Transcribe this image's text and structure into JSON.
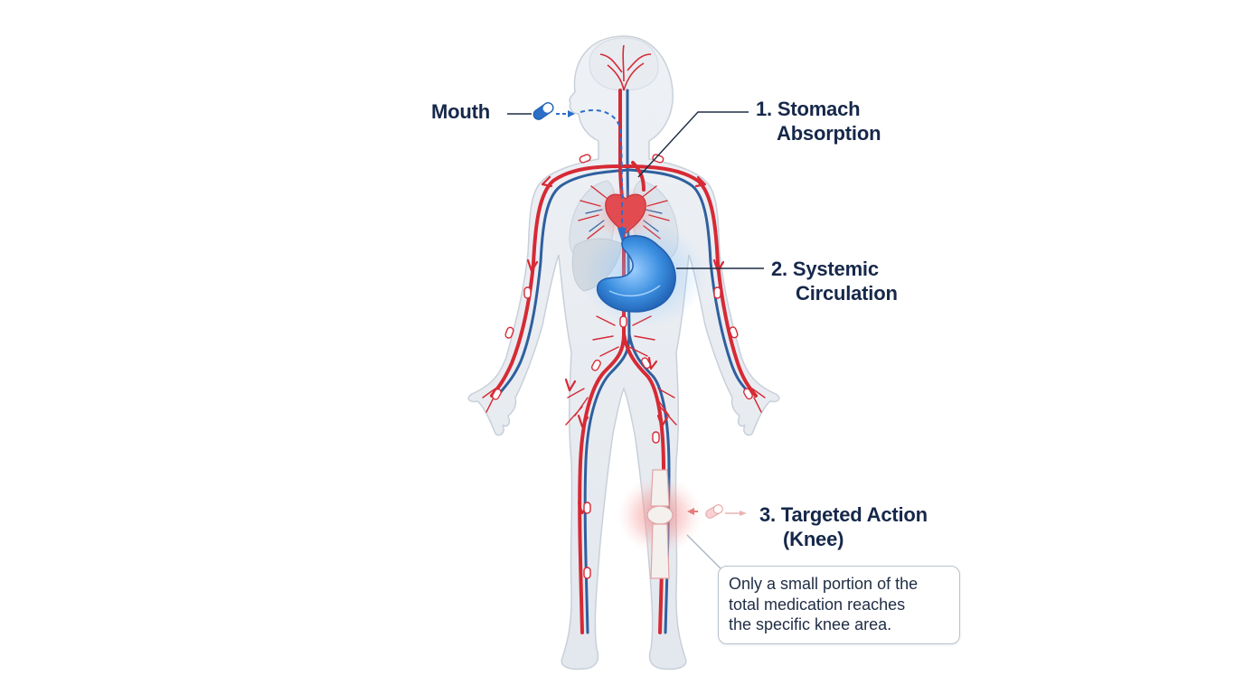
{
  "labels": {
    "mouth": "Mouth",
    "stomach": [
      "1. Stomach",
      "Absorption"
    ],
    "systemic": [
      "2. Systemic",
      "Circulation"
    ],
    "targeted": [
      "3. Targeted Action",
      "(Knee)"
    ]
  },
  "callout": [
    "Only a small portion of the",
    "total medication reaches",
    "the specific knee area."
  ],
  "icons": [
    "human-body-icon",
    "pill-icon",
    "stomach-icon",
    "heart-icon",
    "lungs-icon",
    "blood-vessels-icon",
    "knee-icon"
  ],
  "colors": {
    "artery": "#d62a35",
    "vein": "#2f5f9e",
    "stomach": "#3b8ee0",
    "highlight": "#f07a7a",
    "text": "#16284a",
    "leader": "#1f2d44"
  }
}
